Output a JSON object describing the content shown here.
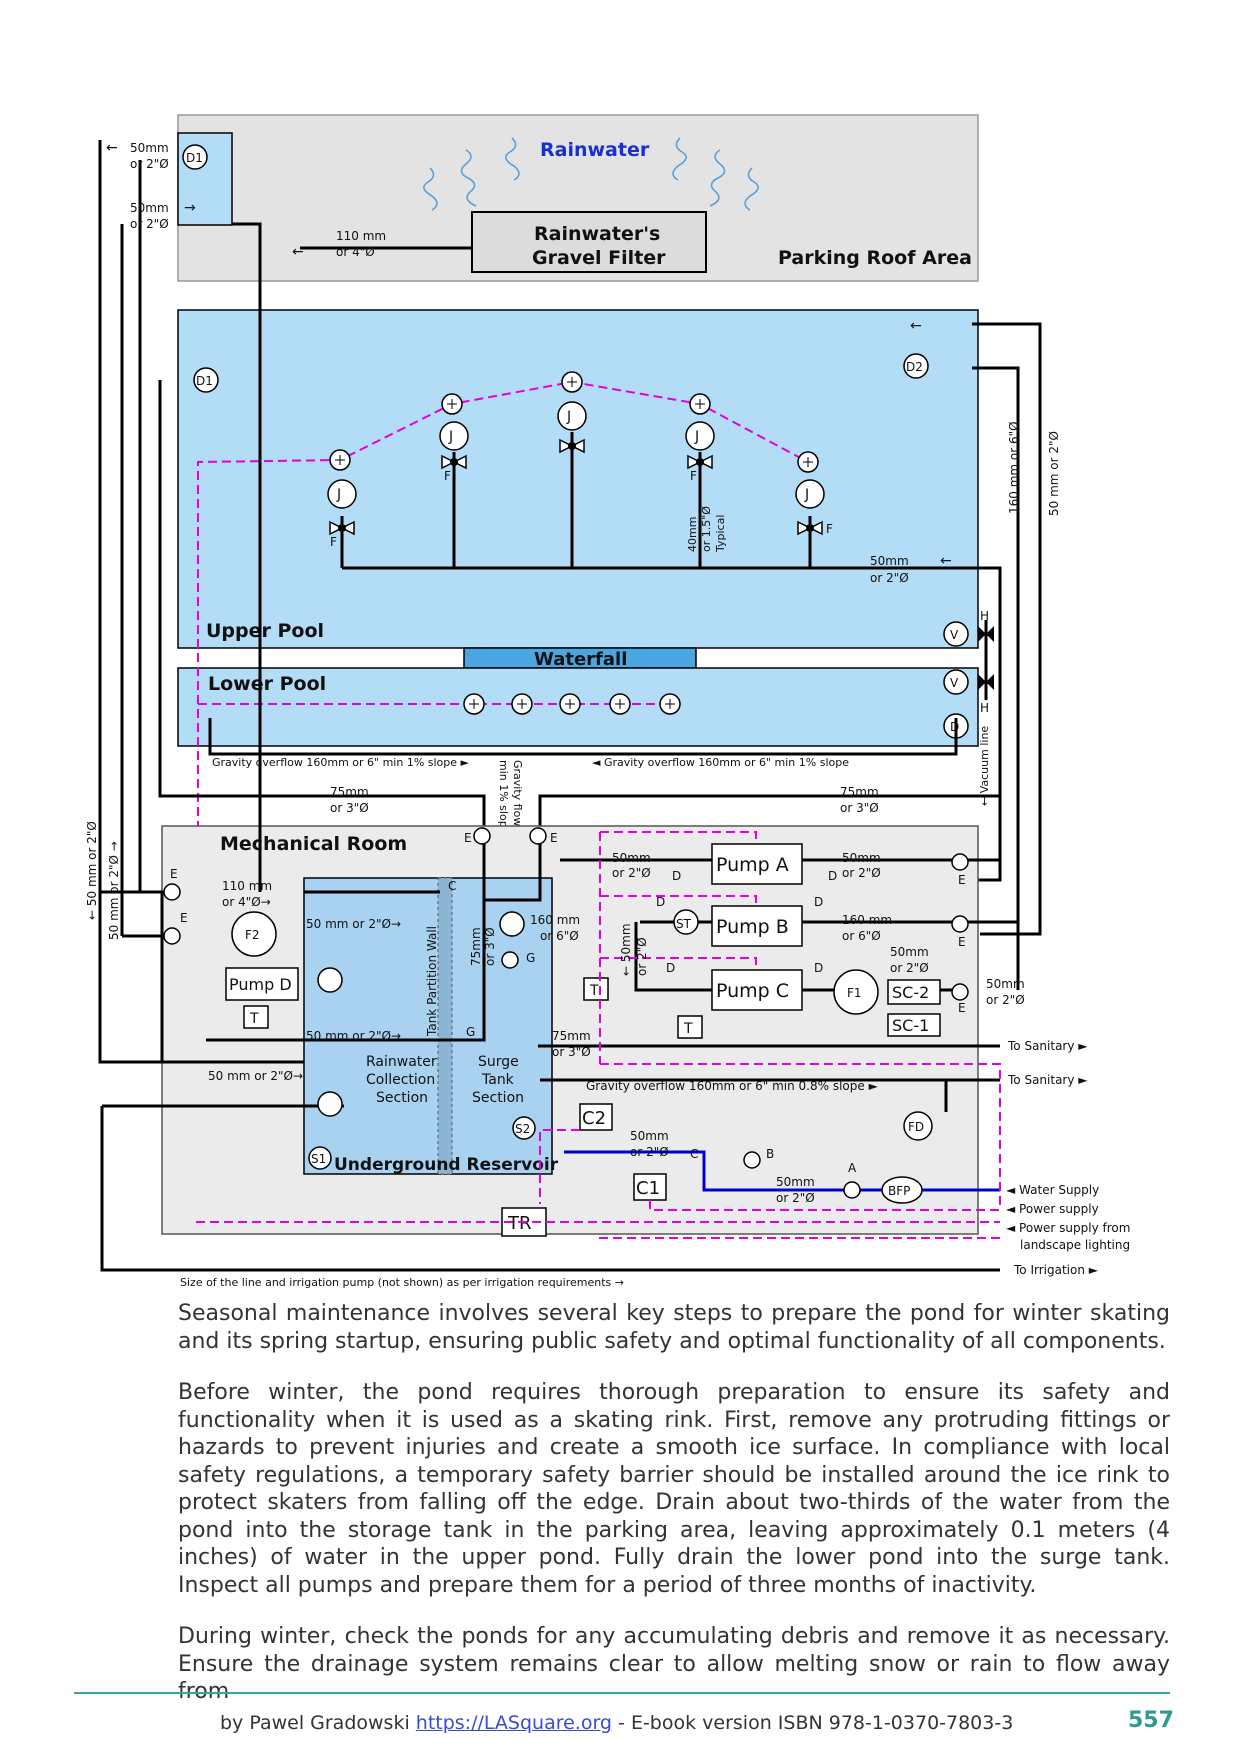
{
  "diagram": {
    "rainwater": "Rainwater",
    "gravel_filter_1": "Rainwater's",
    "gravel_filter_2": "Gravel Filter",
    "parking_roof": "Parking Roof Area",
    "upper_pool": "Upper Pool",
    "waterfall": "Waterfall",
    "lower_pool": "Lower Pool",
    "mechanical_room": "Mechanical Room",
    "underground_reservoir": "Underground Reservoir",
    "rainwater_collection": [
      "Rainwater",
      "Collection",
      "Section"
    ],
    "surge_tank": [
      "Surge",
      "Tank",
      "Section"
    ],
    "tank_partition_wall": "Tank Partition Wall",
    "pump_a": "Pump A",
    "pump_b": "Pump B",
    "pump_c": "Pump C",
    "pump_d": "Pump D",
    "sc1": "SC-1",
    "sc2": "SC-2",
    "c1": "C1",
    "c2": "C2",
    "tr": "TR",
    "bfp": "BFP",
    "fd": "FD",
    "f1": "F1",
    "f2": "F2",
    "d1": "D1",
    "d2": "D2",
    "d": "D",
    "v": "V",
    "s1": "S1",
    "s2": "S2",
    "t": "T",
    "j": "J",
    "letters": {
      "a": "A",
      "b": "B",
      "c": "C",
      "d": "D",
      "e": "E",
      "f": "F",
      "g": "G",
      "h": "H",
      "st": "ST"
    },
    "dims": {
      "mm50": "50mm",
      "in2": "or 2\"Ø",
      "mm110": "110 mm",
      "in4": "or 4\"Ø",
      "mm75": "75mm",
      "in3": "or 3\"Ø",
      "mm160": "160 mm",
      "in6": "or 6\"Ø",
      "mm160_vert": "160 mm or 6\"Ø",
      "mm50_vert": "50 mm or 2\"Ø",
      "left_vert_1": "← 50 mm or 2\"Ø",
      "left_vert_2": "50 mm or 2\"Ø →",
      "mm50_or_arrow": "50 mm or 2\"Ø→",
      "mm50_or_arrow2": "50 mm or 2\"Ø→",
      "in4_arrow": "or 4\"Ø→",
      "typical_1": "40mm",
      "typical_2": "or 1.5\"Ø",
      "typical_3": "Typical",
      "mm75_v": "75mm",
      "in3_v": "or 3\"Ø",
      "mm50_v": "← 50mm",
      "in2_v": "or 2\"Ø"
    },
    "gravity_overflow_left": "Gravity overflow  160mm or 6\" min 1% slope ►",
    "gravity_overflow_right": "◄ Gravity overflow  160mm or 6\" min 1% slope",
    "gravity_flow_1": "Gravity flow",
    "gravity_flow_2": "min 1% slope",
    "gravity_overflow_bottom": "Gravity overflow  160mm or 6\" min 0.8% slope ►",
    "vacuum_line": "← Vacuum line",
    "to_sanitary": "To Sanitary  ►",
    "water_supply": "◄ Water Supply",
    "power_supply": "◄ Power supply",
    "power_supply_landscape_1": "◄ Power supply from",
    "power_supply_landscape_2": "landscape lighting",
    "to_irrigation": "To Irrigation  ►",
    "size_note": "Size of the line and irrigation pump (not shown) as per irrigation requirements →"
  },
  "paragraphs": [
    "Seasonal maintenance involves several key steps to prepare the pond for winter skating and its spring startup, ensuring public safety and optimal functionality of all components.",
    "Before winter, the pond requires thorough preparation to ensure its safety and functionality when it is used as a skating rink. First, remove any protruding fittings or hazards to prevent injuries and create a smooth ice surface. In compliance with local safety regulations, a temporary safety barrier should be installed around the ice rink to protect skaters from falling off the edge. Drain about two-thirds of the water from the pond into the storage tank in the parking area, leaving approximately 0.1 meters (4 inches) of water in the upper pond. Fully drain the lower pond into the surge tank. Inspect all pumps and prepare them for a period of three months of inactivity.",
    "During winter, check the ponds for any accumulating debris and remove it as necessary. Ensure the drainage system remains clear to allow melting snow or rain to flow away from"
  ],
  "footer": {
    "prefix": "by Pawel Gradowski",
    "link": "https://LASquare.org",
    "suffix": "- E-book version  ISBN 978-1-0370-7803-3",
    "page": "557"
  },
  "colors": {
    "pool_blue": "#b3dcf7",
    "waterfall_blue": "#4aa6e0",
    "roof_grey": "#e3e3e3",
    "room_grey": "#ebebeb",
    "electric_magenta": "#e000e0",
    "water_supply_blue": "#0000cc",
    "accent_teal": "#2e9a8e"
  }
}
